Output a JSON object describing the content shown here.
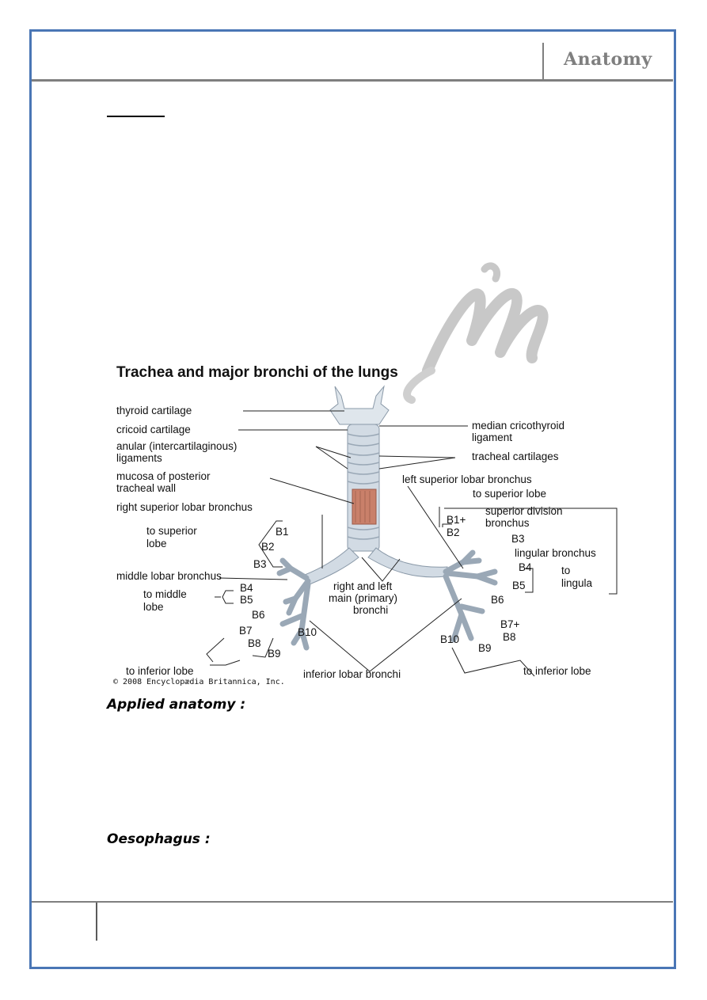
{
  "header": {
    "title": "Anatomy"
  },
  "figure": {
    "title": "Trachea and major bronchi of the lungs",
    "labels": {
      "thyroid_cartilage": "thyroid cartilage",
      "cricoid_cartilage": "cricoid cartilage",
      "median_cricothyroid_1": "median cricothyroid",
      "median_cricothyroid_2": "ligament",
      "anular_1": "anular (intercartilaginous)",
      "anular_2": "ligaments",
      "tracheal_cartilages": "tracheal cartilages",
      "mucosa_1": "mucosa of posterior",
      "mucosa_2": "tracheal wall",
      "left_superior_lobar": "left superior lobar bronchus",
      "to_superior_lobe_left": "to superior lobe",
      "right_superior_lobar": "right superior lobar bronchus",
      "superior_division_1": "superior division",
      "superior_division_2": "bronchus",
      "b1_plus": "B1+",
      "b2_left": "B2",
      "to_superior_r1": "to superior",
      "to_superior_r2": "lobe",
      "b1": "B1",
      "b2": "B2",
      "b3_right": "B3",
      "b3_left": "B3",
      "lingular_bronchus": "lingular bronchus",
      "b4_left": "B4",
      "to_lingula_1": "to",
      "to_lingula_2": "lingula",
      "b5_left": "B5",
      "middle_lobar": "middle lobar bronchus",
      "b4_right": "B4",
      "b5_right": "B5",
      "to_middle_1": "to middle",
      "to_middle_2": "lobe",
      "main_bronchi_1": "right and left",
      "main_bronchi_2": "main (primary)",
      "main_bronchi_3": "bronchi",
      "b6_right": "B6",
      "b6_left": "B6",
      "b7_right": "B7",
      "b10_right": "B10",
      "b8_right": "B8",
      "b9_right": "B9",
      "b7_plus_left": "B7+",
      "b8_left": "B8",
      "b10_left": "B10",
      "b9_left": "B9",
      "to_inferior_right": "to inferior lobe",
      "inferior_lobar": "inferior lobar bronchi",
      "to_inferior_left": "to inferior lobe"
    },
    "copyright": "© 2008 Encyclopædia Britannica, Inc."
  },
  "sections": {
    "applied_anatomy": "Applied anatomy :",
    "oesophagus": "Oesophagus :"
  },
  "colors": {
    "frame": "#4a76b5",
    "rule": "#7f7f7f",
    "watermark": "#c8c8c8",
    "mucosa": "#c9806a"
  }
}
